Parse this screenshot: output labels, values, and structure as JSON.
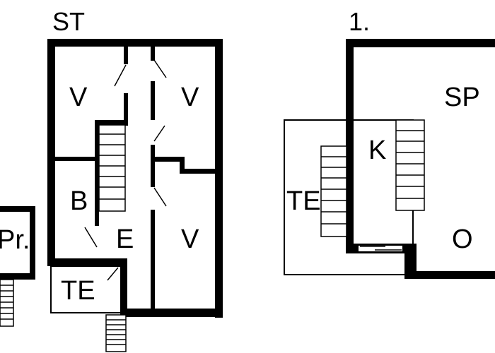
{
  "floors": {
    "ground": {
      "label": "ST"
    },
    "first": {
      "label": "1."
    }
  },
  "rooms": {
    "ground_v_top_left": "V",
    "ground_v_top_right": "V",
    "ground_b": "B",
    "ground_e": "E",
    "ground_v_bottom_right": "V",
    "ground_te": "TE",
    "ground_pr": "Pr.",
    "first_sp": "SP",
    "first_k": "K",
    "first_te": "TE",
    "first_o": "O"
  }
}
